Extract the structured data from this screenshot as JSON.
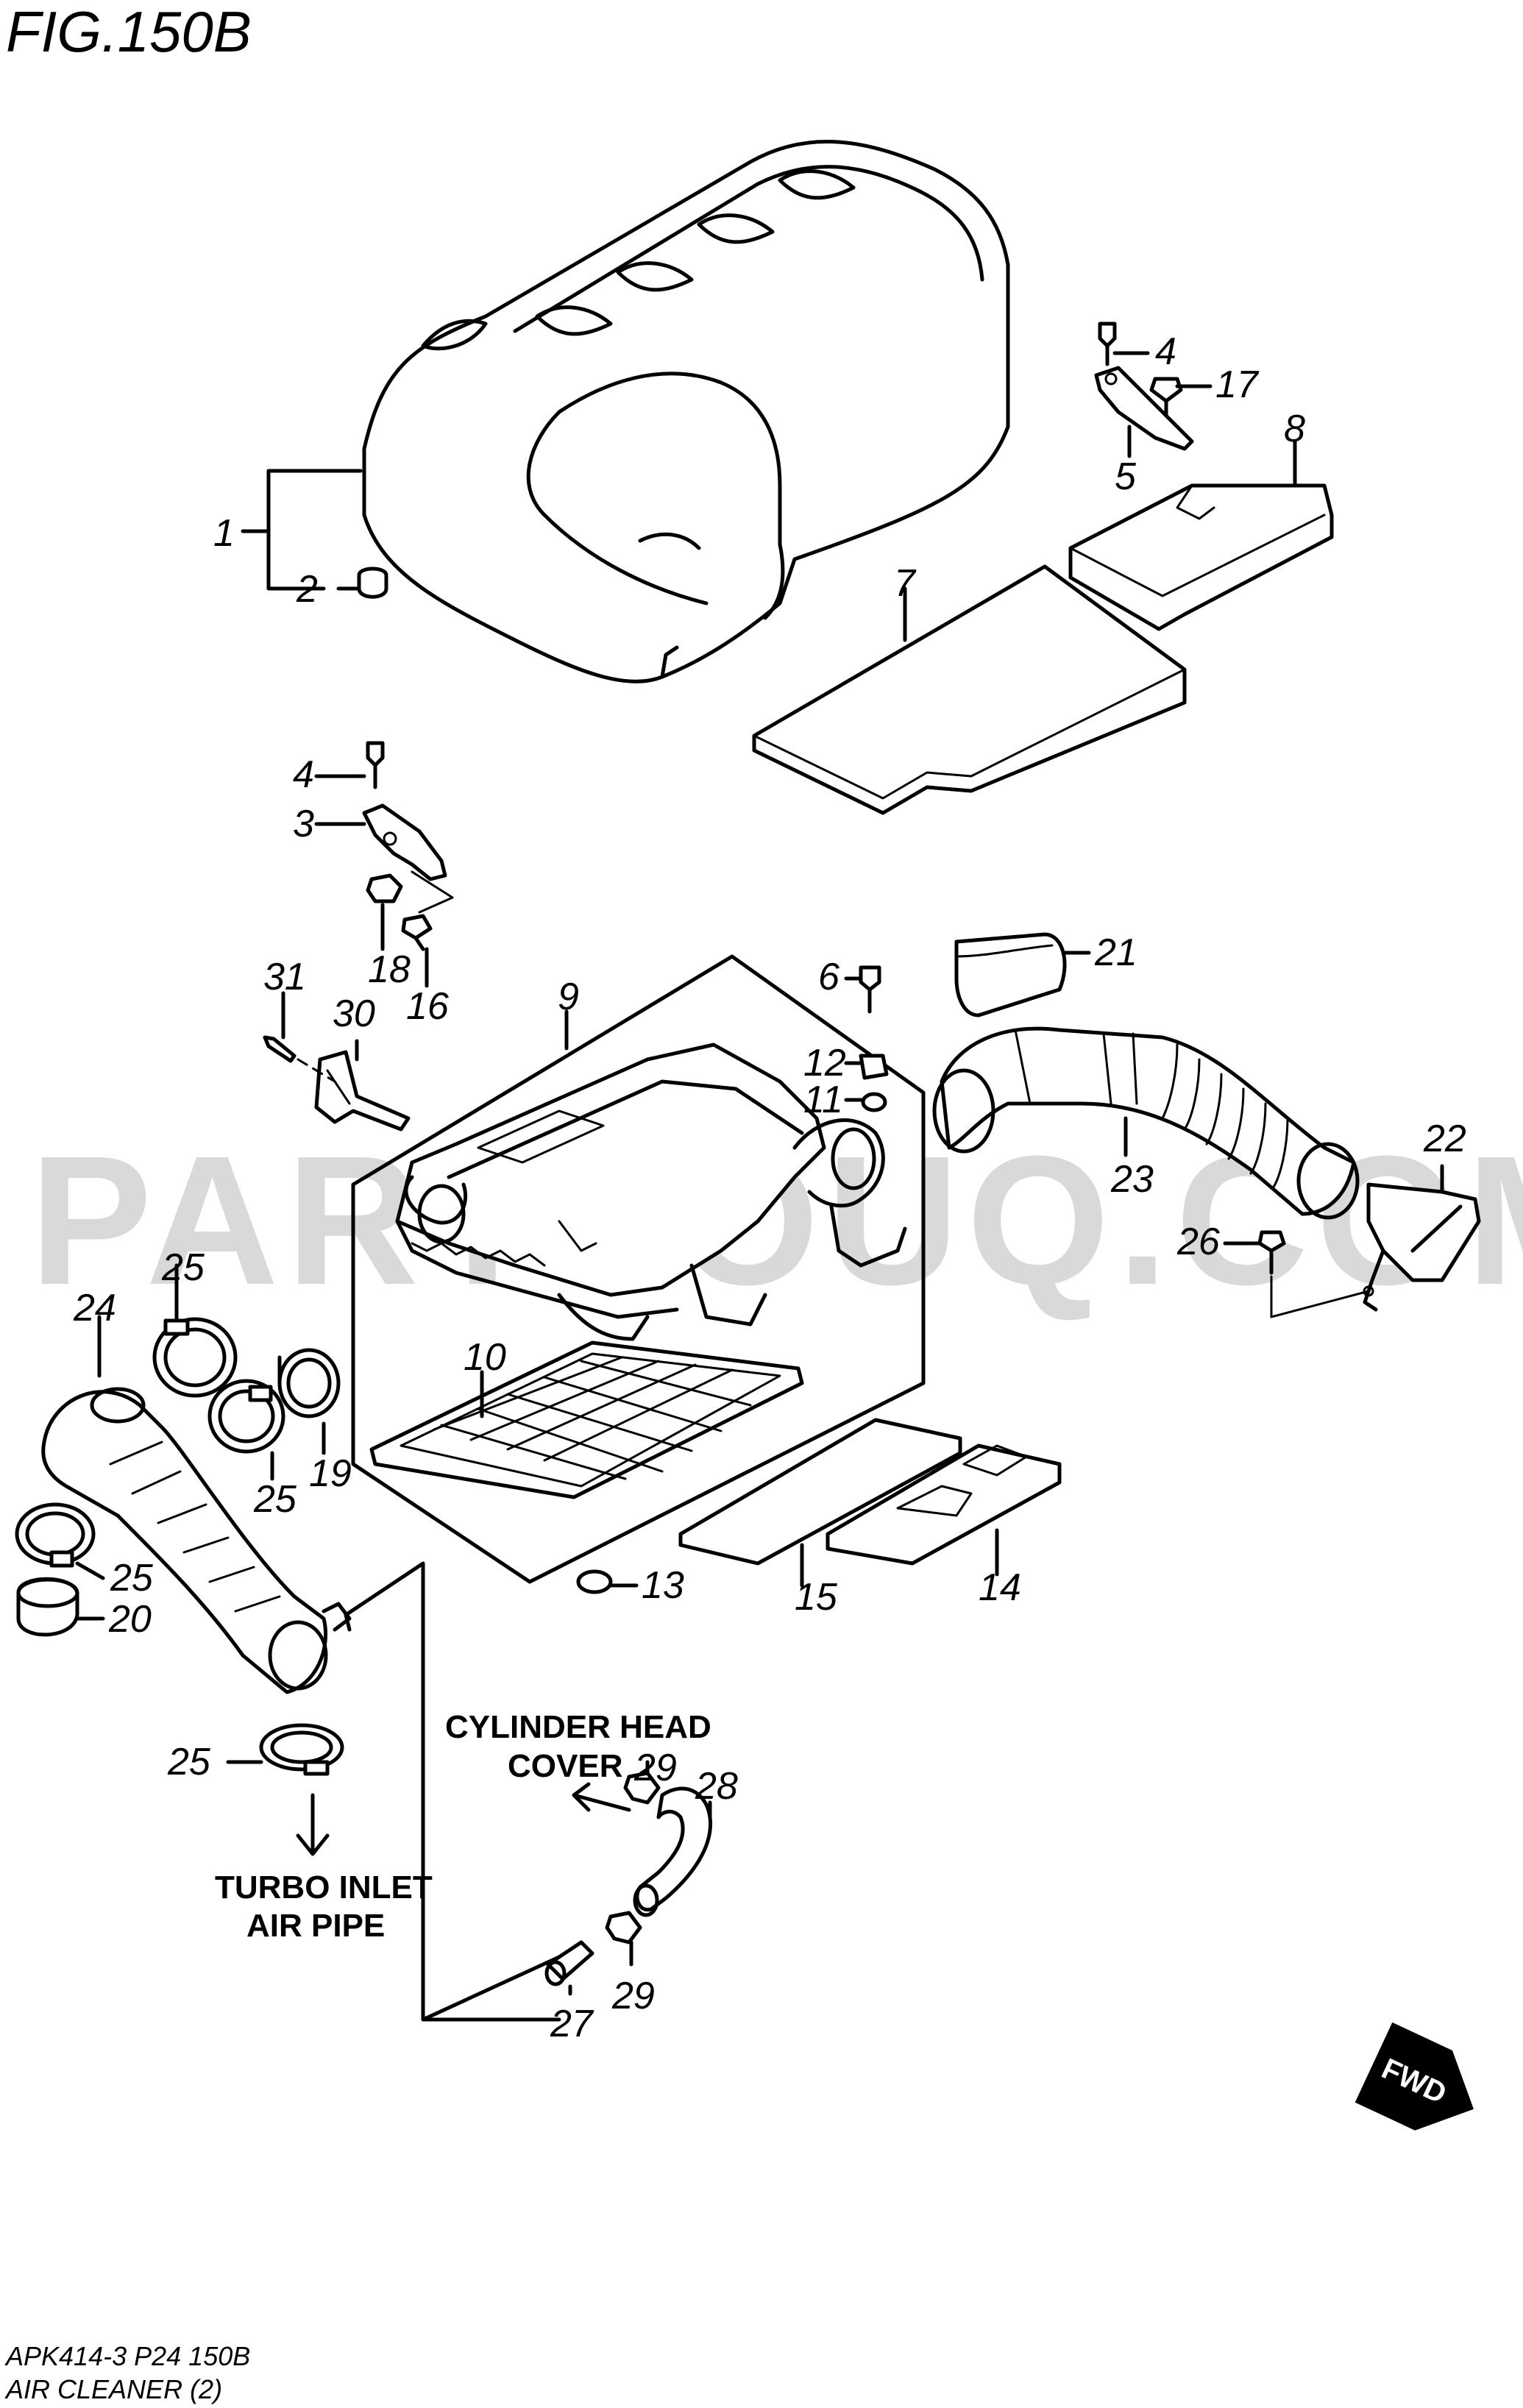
{
  "figure": {
    "title": "FIG.150B",
    "footer_code": "APK414-3 P24 150B",
    "footer_name": "AIR CLEANER (2)"
  },
  "watermark": "PARTSOUQ.COM",
  "direction_badge": "FWD",
  "notes": {
    "cylinder_head_line1": "CYLINDER HEAD",
    "cylinder_head_line2": "COVER",
    "turbo_line1": "TURBO INLET",
    "turbo_line2": "AIR PIPE"
  },
  "callouts": {
    "c1": "1",
    "c2": "2",
    "c3": "3",
    "c4a": "4",
    "c4b": "4",
    "c5": "5",
    "c6": "6",
    "c7": "7",
    "c8": "8",
    "c9": "9",
    "c10": "10",
    "c11": "11",
    "c12": "12",
    "c13": "13",
    "c14": "14",
    "c15": "15",
    "c16": "16",
    "c17": "17",
    "c18": "18",
    "c19": "19",
    "c20": "20",
    "c21": "21",
    "c22": "22",
    "c23": "23",
    "c24": "24",
    "c25a": "25",
    "c25b": "25",
    "c25c": "25",
    "c25d": "25",
    "c26": "26",
    "c27": "27",
    "c28": "28",
    "c29a": "29",
    "c29b": "29",
    "c30": "30",
    "c31": "31"
  }
}
